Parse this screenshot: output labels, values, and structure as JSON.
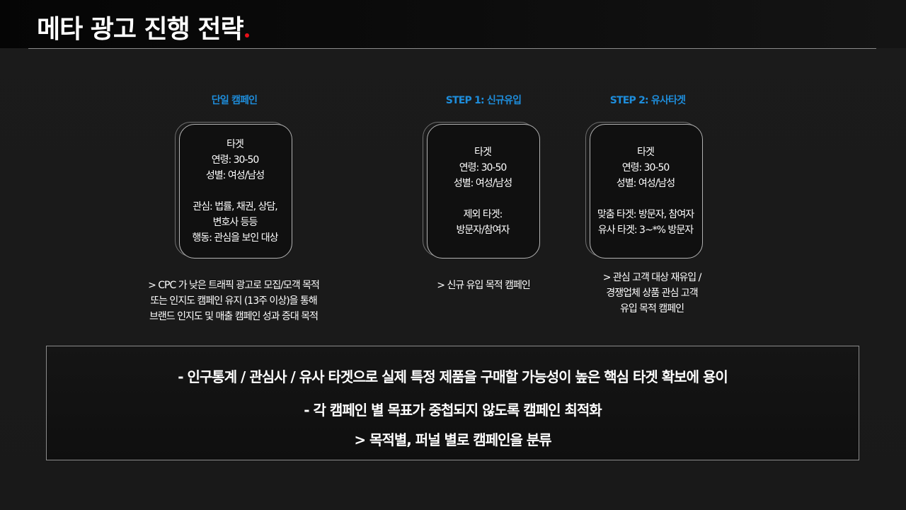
{
  "slide": {
    "title": "메타 광고 진행 전략",
    "accent_color": "#e8101a",
    "label_color": "#1e8ddb"
  },
  "columns": [
    {
      "label": "단일 캠페인",
      "card_lines": [
        "타겟",
        "연령: 30-50",
        "성별: 여성/남성",
        "",
        "관심: 법률, 채권, 상담,",
        "변호사 등등",
        "행동: 관심을 보인 대상"
      ],
      "desc_lines": [
        "> CPC 가 낮은 트래픽 광고로 모집/모객 목적",
        "또는 인지도 캠페인 유지 (13주 이상)을 통해",
        "브랜드 인지도 및 매출 캠페인 성과 증대 목적"
      ]
    },
    {
      "label": "STEP 1: 신규유입",
      "card_lines": [
        "타겟",
        "연령: 30-50",
        "성별: 여성/남성",
        "",
        "제외 타겟:",
        "방문자/참여자"
      ],
      "desc_lines": [
        "> 신규 유입 목적 캠페인"
      ]
    },
    {
      "label": "STEP 2: 유사타겟",
      "card_lines": [
        "타겟",
        "연령: 30-50",
        "성별: 여성/남성",
        "",
        "맞춤 타겟: 방문자, 참여자",
        "유사 타겟: 3~*% 방문자"
      ],
      "desc_lines": [
        "> 관심 고객 대상 재유입 /",
        "경쟁업체 상품 관심 고객",
        "유입 목적 캠페인"
      ]
    }
  ],
  "summary": {
    "lines": [
      "- 인구통계 / 관심사 / 유사 타겟으로 실제 특정 제품을 구매할 가능성이 높은 핵심 타겟 확보에 용이",
      "- 각 캠페인 별 목표가 중첩되지 않도록 캠페인 최적화",
      "> 목적별, 퍼널 별로 캠페인을 분류"
    ]
  }
}
